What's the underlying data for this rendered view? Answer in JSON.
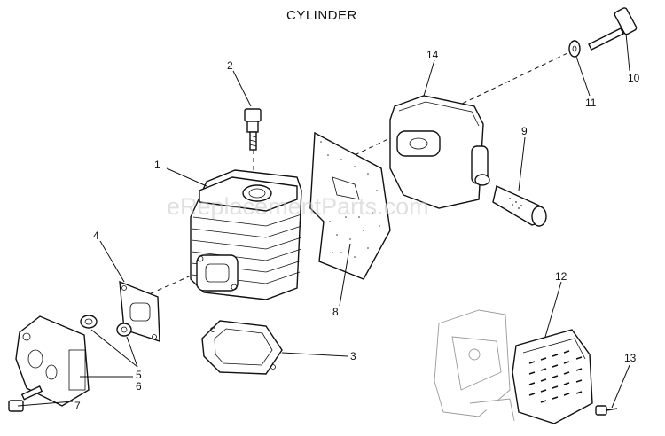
{
  "title": "CYLINDER",
  "watermark": "eReplacementParts.com",
  "callouts": [
    "1",
    "2",
    "3",
    "4",
    "5",
    "6",
    "7",
    "8",
    "9",
    "10",
    "11",
    "12",
    "13",
    "14"
  ]
}
